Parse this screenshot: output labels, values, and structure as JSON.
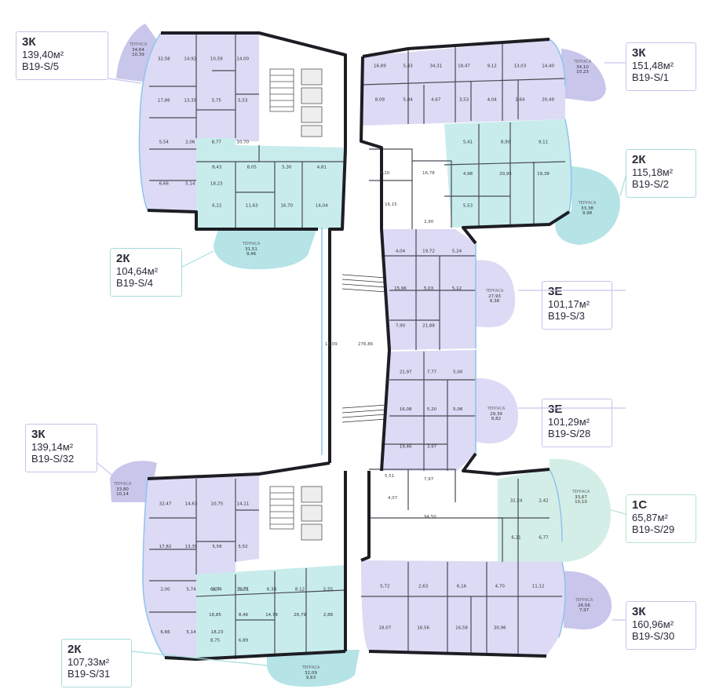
{
  "colors": {
    "lavender": "#dcdaf4",
    "lavender_terrace": "#c9c6ec",
    "teal": "#c8ecec",
    "teal_terrace": "#b5e3e6",
    "mint": "#d3eee6",
    "wall": "#1d1d24",
    "glass": "#8fc3ec",
    "card_border_lav": "#c9c3ea",
    "card_border_teal": "#a8dcdc"
  },
  "apartments": [
    {
      "id": "s5",
      "type": "3К",
      "area": "139,40м²",
      "code": "B19-S/5"
    },
    {
      "id": "s1",
      "type": "3К",
      "area": "151,48м²",
      "code": "B19-S/1"
    },
    {
      "id": "s2",
      "type": "2К",
      "area": "115,18м²",
      "code": "B19-S/2"
    },
    {
      "id": "s4",
      "type": "2К",
      "area": "104,64м²",
      "code": "B19-S/4"
    },
    {
      "id": "s3",
      "type": "3Е",
      "area": "101,17м²",
      "code": "B19-S/3"
    },
    {
      "id": "s28",
      "type": "3Е",
      "area": "101,29м²",
      "code": "B19-S/28"
    },
    {
      "id": "s32",
      "type": "3К",
      "area": "139,14м²",
      "code": "B19-S/32"
    },
    {
      "id": "s29",
      "type": "1С",
      "area": "65,87м²",
      "code": "B19-S/29"
    },
    {
      "id": "s30",
      "type": "3К",
      "area": "160,96м²",
      "code": "B19-S/30"
    },
    {
      "id": "s31",
      "type": "2К",
      "area": "107,33м²",
      "code": "B19-S/31"
    }
  ],
  "terraces": {
    "s5": {
      "label": "ТЕРРАСА",
      "a": "34,64",
      "b": "10,39"
    },
    "s1": {
      "label": "ТЕРРАСА",
      "a": "34,10",
      "b": "10,23"
    },
    "s2": {
      "label": "ТЕРРАСА",
      "a": "33,38",
      "b": "9,98"
    },
    "s4": {
      "label": "ТЕРРАСА",
      "a": "31,51",
      "b": "9,46"
    },
    "s3": {
      "label": "ТЕРРАСА",
      "a": "27,93",
      "b": "8,38"
    },
    "s28": {
      "label": "ТЕРРАСА",
      "a": "29,39",
      "b": "8,82"
    },
    "s32": {
      "label": "ТЕРРАСА",
      "a": "33,80",
      "b": "10,14"
    },
    "s29": {
      "label": "ТЕРРАСА",
      "a": "33,67",
      "b": "10,10"
    },
    "s30": {
      "label": "ТЕРРАСА",
      "a": "26,56",
      "b": "7,97"
    },
    "s31": {
      "label": "ТЕРРАСА",
      "a": "32,09",
      "b": "9,63"
    }
  },
  "room_areas": {
    "s5": [
      "32,58",
      "14,92",
      "10,59",
      "14,00",
      "17,86",
      "13,35",
      "5,75",
      "5,53",
      "5,54",
      "2,06",
      "8,77",
      "10,70",
      "6,66",
      "5,14",
      "18,23"
    ],
    "s1": [
      "16,89",
      "5,43",
      "34,31",
      "18,47",
      "9,12",
      "13,03",
      "14,40",
      "8,09",
      "5,84",
      "4,67",
      "3,53",
      "4,04",
      "3,64",
      "20,49"
    ],
    "s2": [
      "5,41",
      "8,90",
      "9,11",
      "4,98",
      "20,95",
      "19,38",
      "5,53"
    ],
    "s4": [
      "8,43",
      "8,05",
      "5,30",
      "4,81",
      "6,22",
      "11,63",
      "16,70",
      "14,04"
    ],
    "s3": [
      "4,04",
      "19,72",
      "5,24",
      "15,96",
      "5,03",
      "5,12",
      "7,90",
      "21,88"
    ],
    "s28": [
      "21,97",
      "7,77",
      "5,00",
      "16,08",
      "5,20",
      "5,06",
      "19,46",
      "3,97"
    ],
    "s32": [
      "32,47",
      "14,63",
      "10,75",
      "14,11",
      "17,82",
      "13,35",
      "5,56",
      "5,52",
      "2,00",
      "5,74",
      "8,74",
      "10,71",
      "6,66",
      "5,14",
      "18,23"
    ],
    "s29": [
      "32,24",
      "2,42",
      "6,21",
      "6,77"
    ],
    "s30": [
      "5,72",
      "2,63",
      "6,16",
      "4,70",
      "11,12",
      "18,07",
      "16,56",
      "16,58",
      "30,96"
    ],
    "s31": [
      "6,07",
      "5,01",
      "6,38",
      "8,12",
      "5,55",
      "16,85",
      "8,46",
      "14,79",
      "26,79",
      "2,88",
      "8,75",
      "6,89"
    ]
  },
  "core_areas": {
    "corridor": "276,86",
    "lobby_room": "15,09",
    "lower_hall": "94,50",
    "upper_a": "5,10",
    "upper_b": "16,78",
    "upper_c": "16,15",
    "upper_d": "2,90",
    "lower_a": "5,51",
    "lower_b": "7,97",
    "lower_c": "4,07"
  }
}
